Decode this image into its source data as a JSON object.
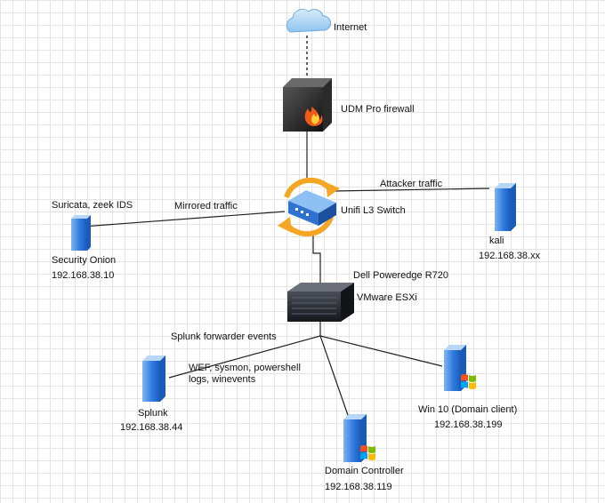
{
  "nodes": {
    "internet": {
      "label": "Internet"
    },
    "firewall": {
      "label": "UDM Pro firewall"
    },
    "switch": {
      "label": "Unifi L3 Switch"
    },
    "security_onion": {
      "label": "Security Onion",
      "ip": "192.168.38.10",
      "role": "Suricata, zeek IDS"
    },
    "kali": {
      "label": "kali",
      "ip": "192.168.38.xx"
    },
    "esxi": {
      "label": "Dell Poweredge R720",
      "sublabel": "VMware ESXi"
    },
    "splunk": {
      "label": "Splunk",
      "ip": "192.168.38.44"
    },
    "dc": {
      "label": "Domain Controller",
      "ip": "192.168.38.119"
    },
    "win10": {
      "label": "Win 10 (Domain client)",
      "ip": "192.168.38.199"
    }
  },
  "edges": {
    "mirrored": "Mirrored traffic",
    "attacker": "Attacker traffic",
    "splunk_forwarder": "Splunk forwarder events",
    "logs": "WEF, sysmon, powershell logs, winevents"
  },
  "colors": {
    "server_blue": "#4a8fe0",
    "switch_blue": "#3c7fd9",
    "arrow_orange": "#f5a623",
    "cloud_blue": "#a9d3f5"
  }
}
